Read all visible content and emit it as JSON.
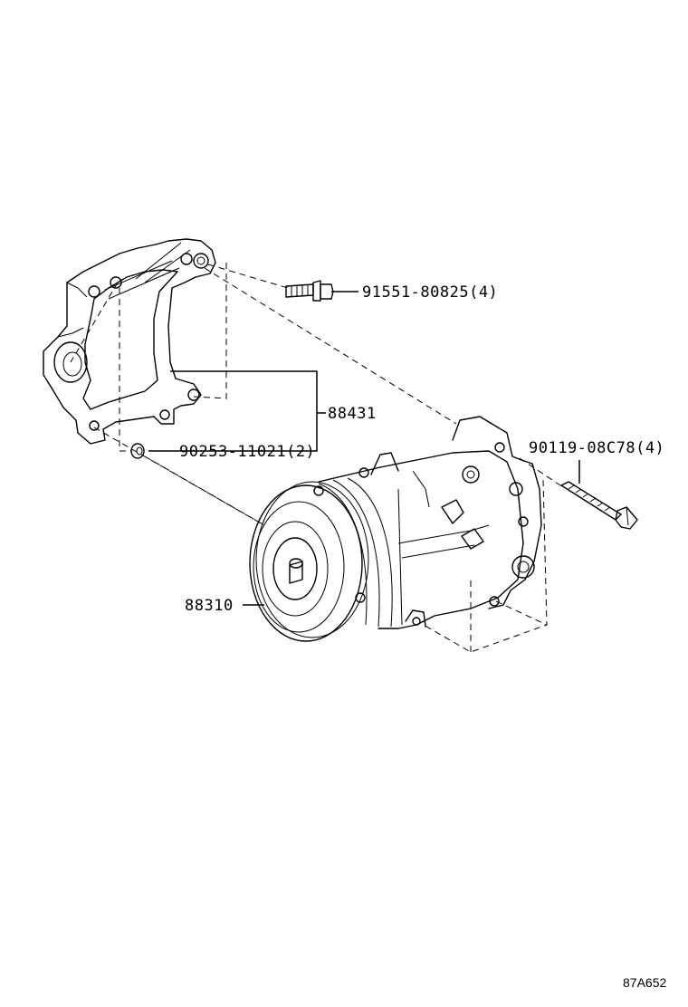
{
  "diagram_code": "87A652",
  "callouts": {
    "bolt_top": "91551-80825(4)",
    "bracket": "88431",
    "washer": "90253-11021(2)",
    "bolt_right": "90119-08C78(4)",
    "compressor": "88310"
  }
}
